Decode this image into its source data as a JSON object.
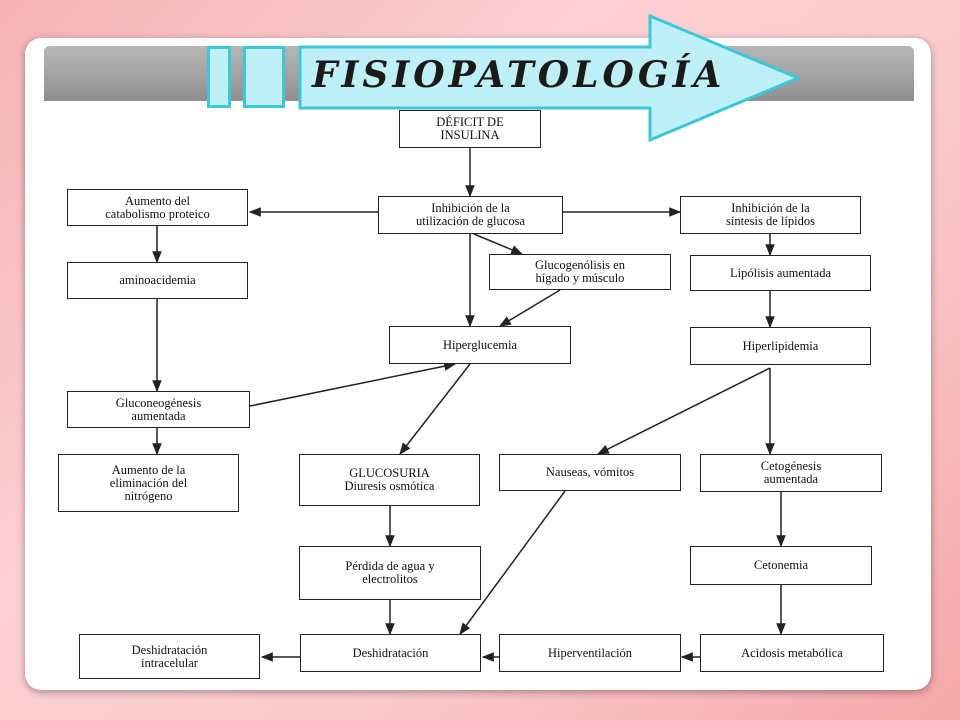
{
  "title": "FISIOPATOLOGÍA",
  "colors": {
    "background": "#f8b8bb",
    "header_band": "#a3a3a3",
    "title_fill": "#bff0f7",
    "title_border": "#3cc8d6",
    "box_border": "#222222",
    "arrow": "#222222"
  },
  "nodes": {
    "deficit": "DÉFICIT DE\nINSULINA",
    "inhibicion_glucosa": "Inhibición de la\nutilización de glucosa",
    "catabolismo": "Aumento del\ncatabolismo proteico",
    "inhibicion_lipidos": "Inhibición de la\nsíntesis de lípidos",
    "aminoacidemia": "aminoacidemia",
    "glucogenolisis": "Glucogenólisis en\nhígado y músculo",
    "lipolisis": "Lipólisis aumentada",
    "hiperglucemia": "Hiperglucemia",
    "hiperlipidemia": "Hiperlipidemia",
    "gluconeogenesis": "Gluconeogénesis\naumentada",
    "eliminacion_nitrogeno": "Aumento de la\neliminación del\nnitrógeno",
    "glucosuria": "GLUCOSURIA\nDiuresis osmótica",
    "nauseas": "Nauseas, vómitos",
    "cetogenesis": "Cetogénesis\naumentada",
    "perdida_agua": "Pérdida de agua y\nelectrolitos",
    "cetonemia": "Cetonemia",
    "deshidratacion_intracelular": "Deshidratación\nintracelular",
    "deshidratacion": "Deshidratación",
    "hiperventilacion": "Hiperventilación",
    "acidosis": "Acidosis metabólica"
  }
}
